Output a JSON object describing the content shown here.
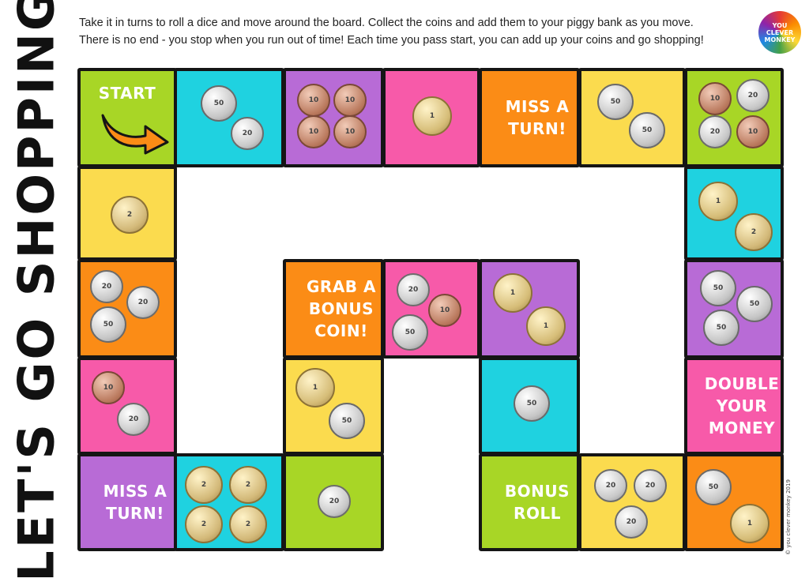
{
  "title": "LET'S GO SHOPPING",
  "instructions": [
    "Take it in turns to roll a dice and move around the board. Collect the coins and add them to your piggy bank as you move.",
    "There is no end - you stop when you run out of time! Each time you pass start, you can add up your coins and go shopping!"
  ],
  "logo": {
    "line1": "YOU",
    "line2": "CLEVER",
    "line3": "MONKEY"
  },
  "credit": "© you clever monkey 2019",
  "colors": {
    "green": "#a8d626",
    "cyan": "#1fd2e0",
    "purple": "#b86bd6",
    "pink": "#f75aa9",
    "orange": "#fb8c16",
    "yellow": "#fbdb4e"
  },
  "board": {
    "squares": [
      {
        "color": "green",
        "label": "START",
        "coins": []
      },
      {
        "color": "cyan",
        "label": "",
        "coins": [
          "50c",
          "20c"
        ]
      },
      {
        "color": "purple",
        "label": "",
        "coins": [
          "10c",
          "10c",
          "10c",
          "10c"
        ]
      },
      {
        "color": "pink",
        "label": "",
        "coins": [
          "$1"
        ]
      },
      {
        "color": "orange",
        "label": "MISS A TURN!",
        "coins": []
      },
      {
        "color": "yellow",
        "label": "",
        "coins": [
          "50c",
          "50c"
        ]
      },
      {
        "color": "green",
        "label": "",
        "coins": [
          "10c",
          "20c",
          "20c",
          "10c"
        ]
      },
      {
        "color": "yellow",
        "label": "",
        "coins": [
          "$2"
        ]
      },
      {
        "color": "cyan",
        "label": "",
        "coins": [
          "$1",
          "$2"
        ]
      },
      {
        "color": "orange",
        "label": "",
        "coins": [
          "20c",
          "20c",
          "50c"
        ]
      },
      {
        "color": "purple",
        "label": "",
        "coins": [
          "50c",
          "50c",
          "50c"
        ]
      },
      {
        "color": "pink",
        "label": "",
        "coins": [
          "10c",
          "20c"
        ]
      },
      {
        "color": "pink",
        "label": "DOUBLE YOUR MONEY",
        "coins": []
      },
      {
        "color": "purple",
        "label": "MISS A TURN!",
        "coins": []
      },
      {
        "color": "cyan",
        "label": "",
        "coins": [
          "$2",
          "$2",
          "$2",
          "$2"
        ]
      },
      {
        "color": "green",
        "label": "",
        "coins": [
          "20c"
        ]
      },
      {
        "color": "orange",
        "label": "GRAB A BONUS COIN!",
        "coins": []
      },
      {
        "color": "pink",
        "label": "",
        "coins": [
          "20c",
          "10c",
          "50c"
        ]
      },
      {
        "color": "purple",
        "label": "",
        "coins": [
          "$1",
          "$1"
        ]
      },
      {
        "color": "yellow",
        "label": "",
        "coins": [
          "$1",
          "50c"
        ]
      },
      {
        "color": "cyan",
        "label": "",
        "coins": [
          "50c"
        ]
      },
      {
        "color": "green",
        "label": "BONUS ROLL",
        "coins": []
      },
      {
        "color": "yellow",
        "label": "",
        "coins": [
          "20c",
          "20c",
          "20c"
        ]
      },
      {
        "color": "orange",
        "label": "",
        "coins": [
          "50c",
          "$1"
        ]
      }
    ]
  },
  "coin_text": {
    "10c": "10",
    "20c": "20",
    "50c": "50",
    "$1": "1",
    "$2": "2"
  }
}
